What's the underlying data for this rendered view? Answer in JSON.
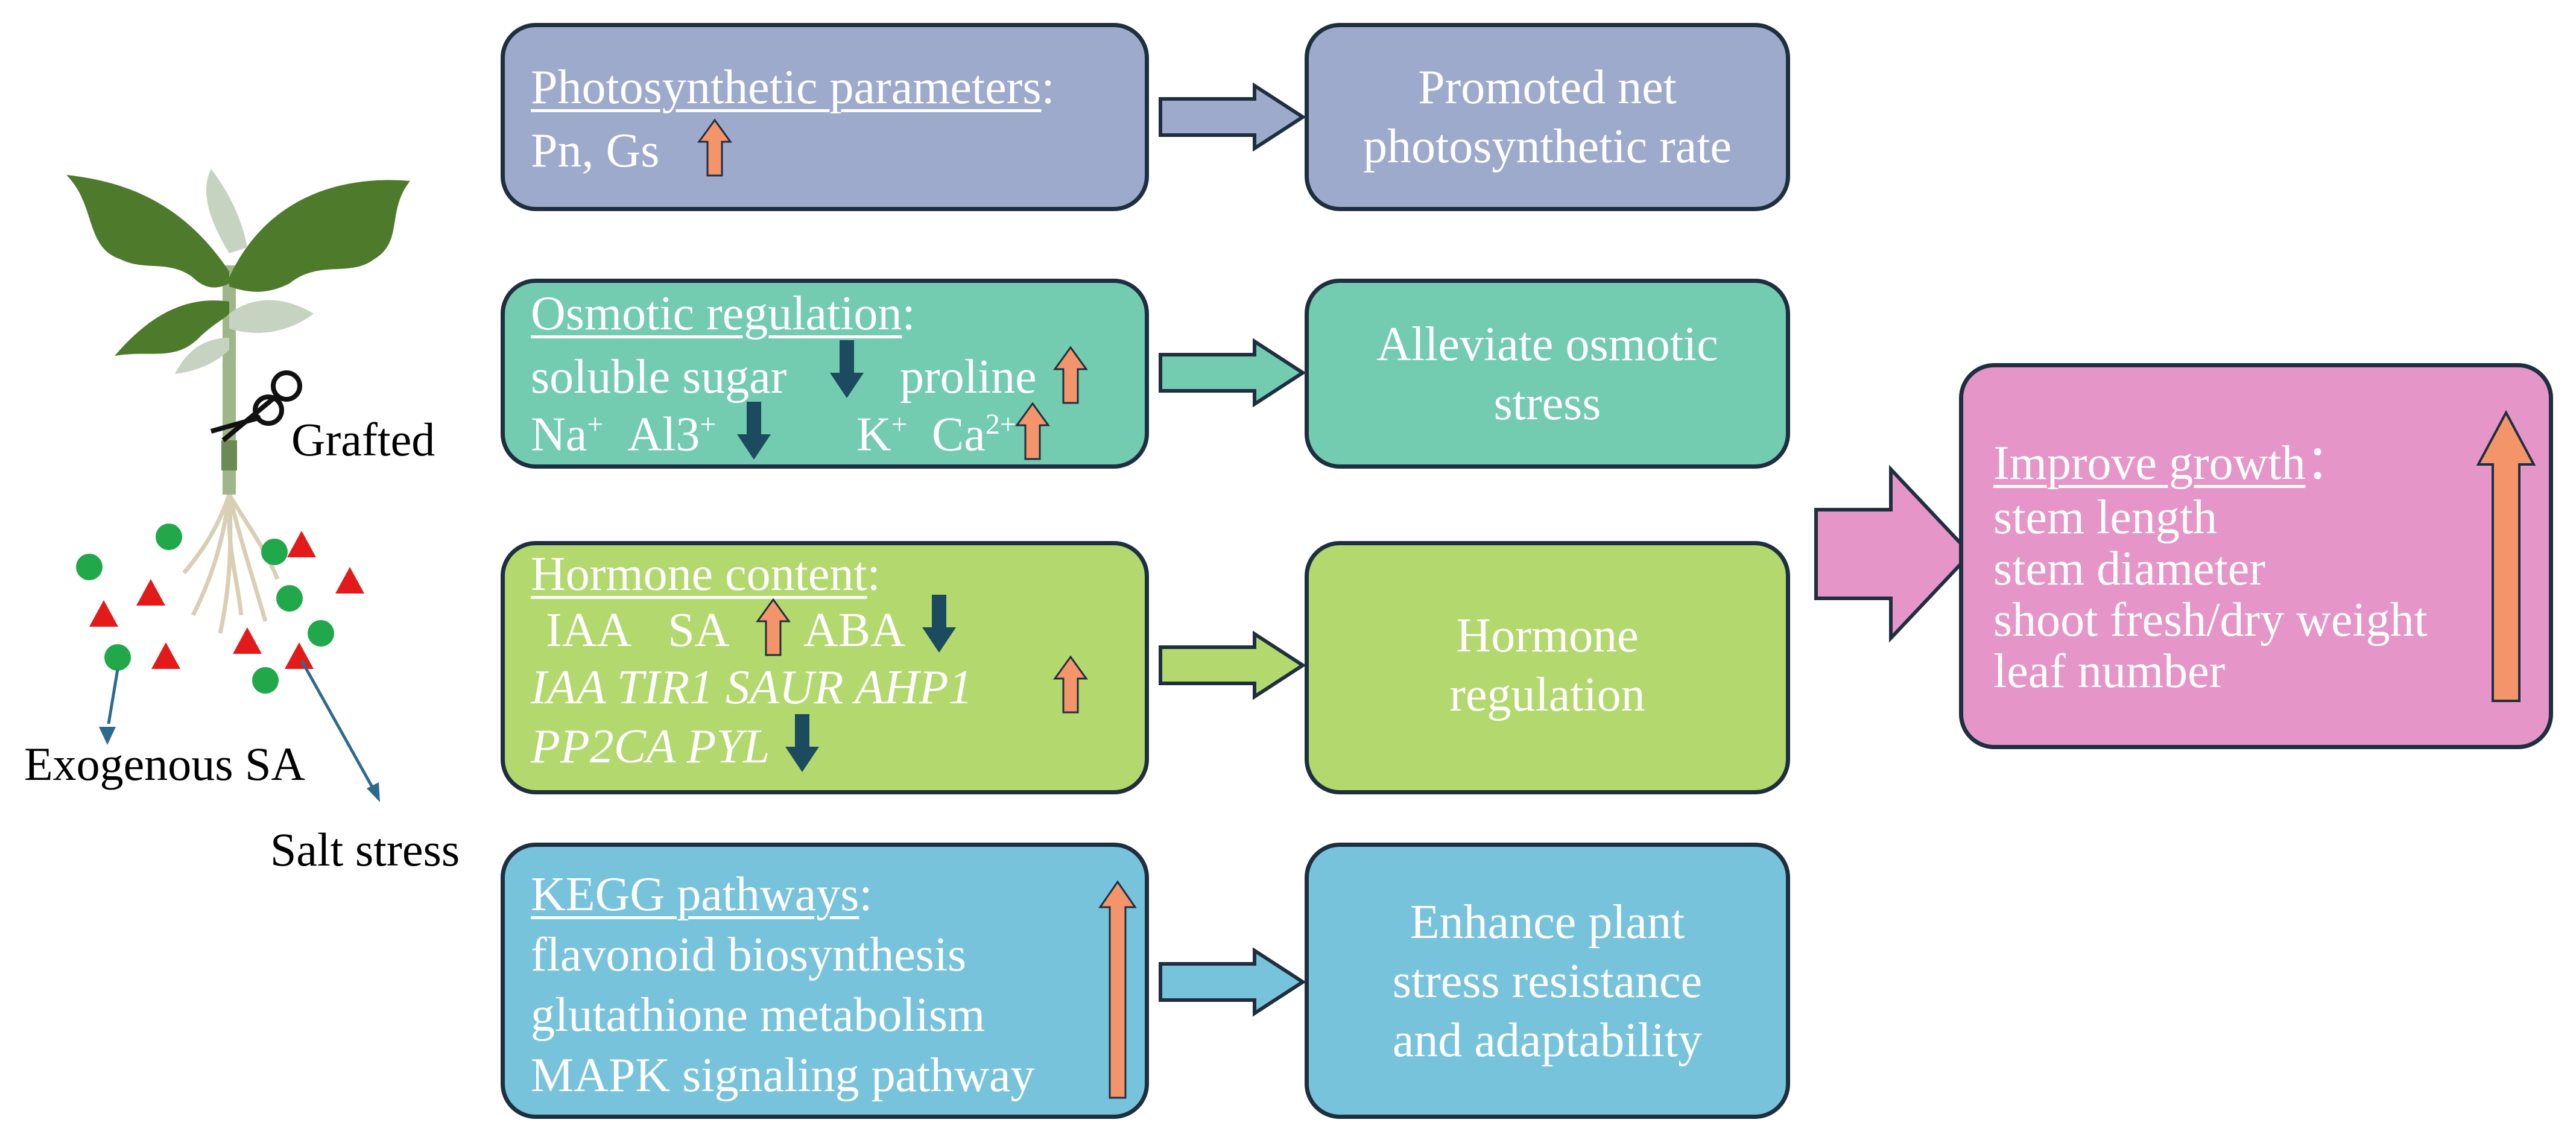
{
  "colors": {
    "photo": "#9eaacc",
    "osmotic": "#73cbb0",
    "hormone": "#b3d86e",
    "kegg": "#78c3dc",
    "growth": "#e595c7",
    "up_arrow": "#f4946a",
    "down_arrow": "#1c4a5e",
    "border": "#1e2f3f",
    "salt_marker": "#e31a1a",
    "sa_marker": "#21a84a"
  },
  "left": {
    "grafted": "Grafted",
    "exogenous_sa": "Exogenous SA",
    "salt_stress": "Salt stress"
  },
  "photo": {
    "title": "Photosynthetic parameters",
    "colon": ":",
    "line1": "Pn, Gs",
    "result": [
      "Promoted net",
      "photosynthetic rate"
    ]
  },
  "osmotic": {
    "title": "Osmotic regulation",
    "colon": ":",
    "sugar": "soluble sugar",
    "proline": "proline",
    "na": "Na",
    "na_sup": "+",
    "al": "Al3",
    "al_sup": "+",
    "k": "K",
    "k_sup": "+",
    "ca": "Ca",
    "ca_sup": "2+",
    "result": [
      "Alleviate osmotic",
      "stress"
    ]
  },
  "hormone": {
    "title": "Hormone content",
    "colon": ":",
    "iaa": "IAA",
    "sa": "SA",
    "aba": "ABA",
    "genes_up": "IAA TIR1 SAUR  AHP1",
    "genes_down": "PP2CA  PYL",
    "result": [
      "Hormone",
      "regulation"
    ]
  },
  "kegg": {
    "title": "KEGG pathways",
    "colon": ":",
    "items": [
      "flavonoid biosynthesis",
      "glutathione metabolism",
      "MAPK signaling pathway"
    ],
    "result": [
      "Enhance plant",
      "stress resistance",
      "and adaptability"
    ]
  },
  "growth": {
    "title": "Improve growth",
    "colon": "：",
    "items": [
      "stem length",
      "stem diameter",
      "shoot fresh/dry weight",
      "leaf number"
    ]
  }
}
